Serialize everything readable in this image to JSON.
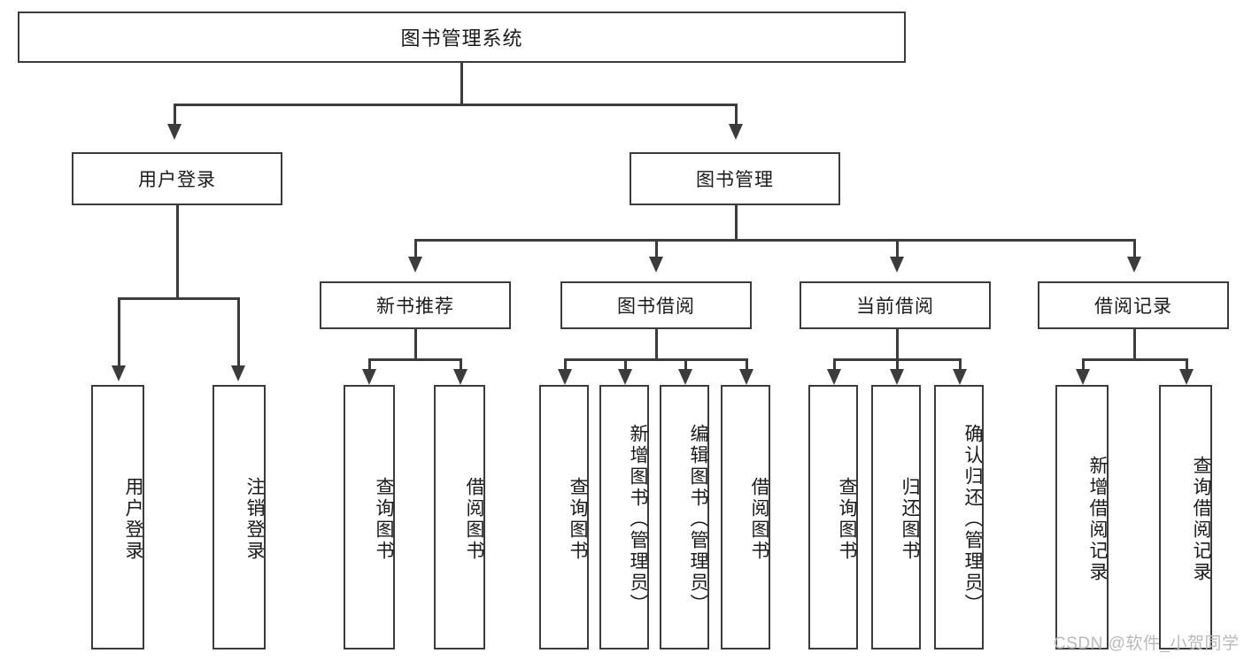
{
  "diagram": {
    "title": "图书管理系统",
    "type": "hierarchy-tree",
    "root": {
      "label": "图书管理系统"
    },
    "level1": [
      {
        "label": "用户登录"
      },
      {
        "label": "图书管理"
      }
    ],
    "level2": [
      {
        "label": "新书推荐"
      },
      {
        "label": "图书借阅"
      },
      {
        "label": "当前借阅"
      },
      {
        "label": "借阅记录"
      }
    ],
    "leaves": {
      "user_login": [
        {
          "label": "用户登录"
        },
        {
          "label": "注销登录"
        }
      ],
      "new_book_recommend": [
        {
          "label": "查询图书"
        },
        {
          "label": "借阅图书"
        }
      ],
      "book_borrow": [
        {
          "label": "查询图书"
        },
        {
          "label": "新增图书（管理员）"
        },
        {
          "label": "编辑图书（管理员）"
        },
        {
          "label": "借阅图书"
        }
      ],
      "current_borrow": [
        {
          "label": "查询图书"
        },
        {
          "label": "归还图书"
        },
        {
          "label": "确认归还（管理员）"
        }
      ],
      "borrow_record": [
        {
          "label": "新增借阅记录"
        },
        {
          "label": "查询借阅记录"
        }
      ]
    }
  },
  "watermark": {
    "text": "CSDN @软件_小贺同学"
  },
  "colors": {
    "stroke": "#3c3c3c",
    "background": "#ffffff",
    "text": "#1a1a1a",
    "watermark": "#b9b9b9"
  }
}
